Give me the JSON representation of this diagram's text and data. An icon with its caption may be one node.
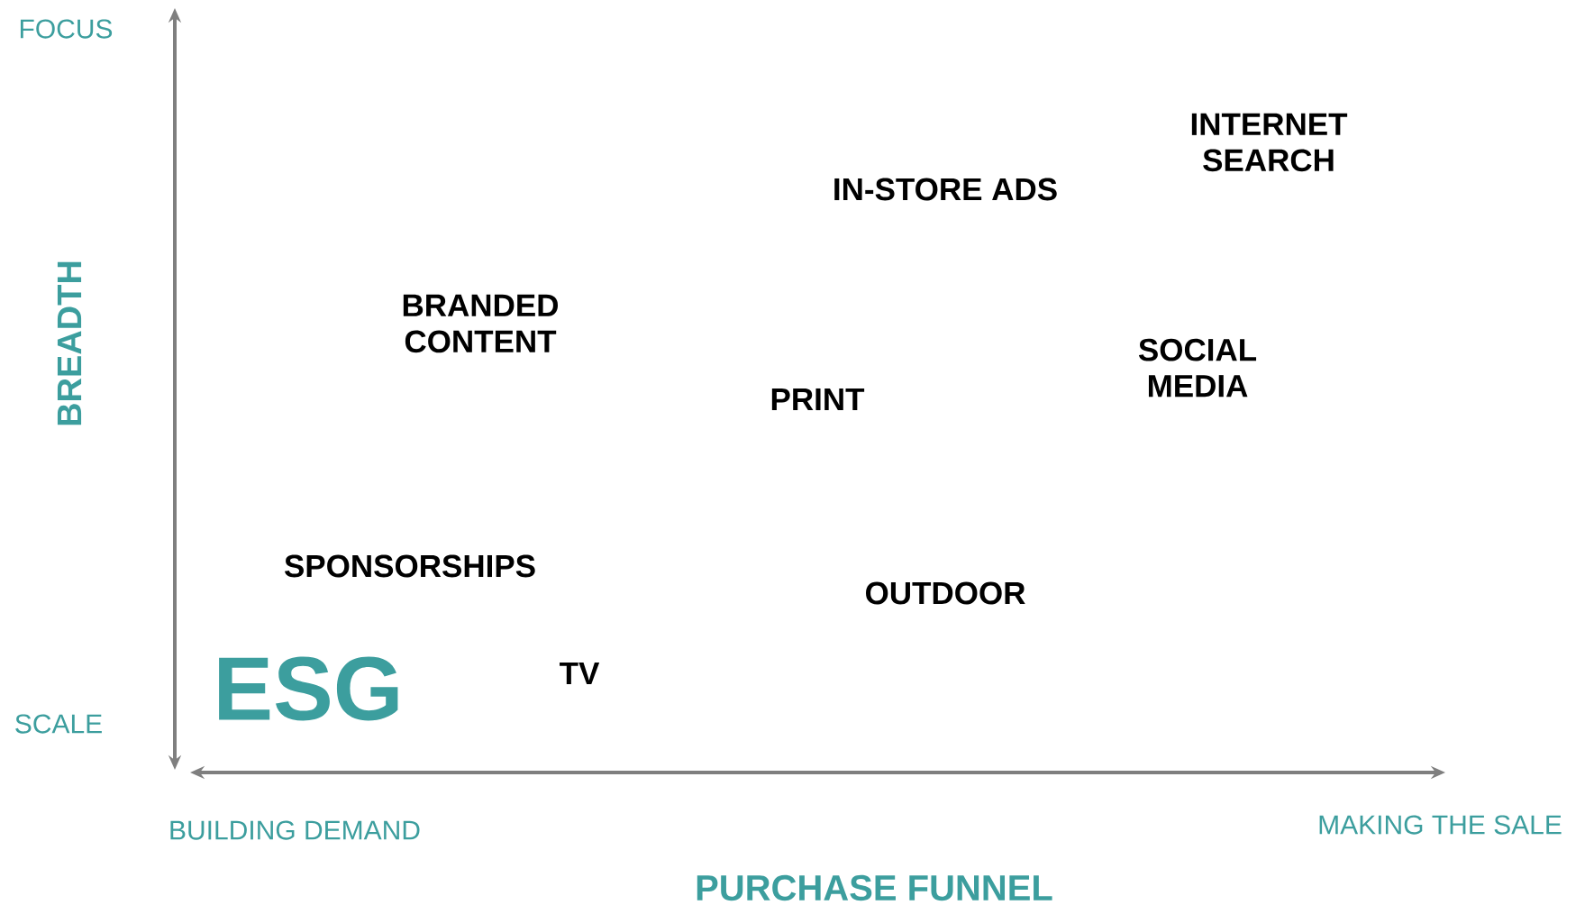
{
  "diagram": {
    "labels": [
      "FOCUS",
      "INTERNET SEARCH",
      "IN-STORE ADS",
      "BRANDED CONTENT",
      "BREADTH",
      "SOCIAL MEDIA",
      "PRINT",
      "SPONSORSHIPS",
      "OUTDOOR",
      "TV",
      "ESG",
      "SCALE",
      "MAKING THE SALE",
      "BUILDING DEMAND",
      "PURCHASE FUNNEL"
    ]
  }
}
